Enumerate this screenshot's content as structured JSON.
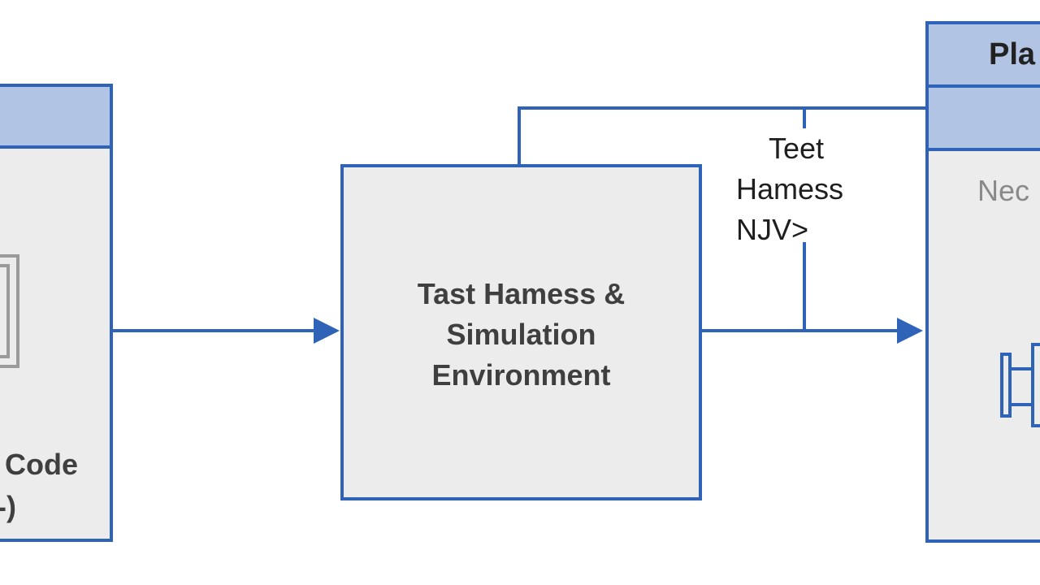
{
  "left_block": {
    "label_line1": "Code",
    "label_line2": "-)"
  },
  "center_block": {
    "line1": "Tast Hamess &",
    "line2": "Simulation",
    "line3": "Environment"
  },
  "annotation": {
    "line1": "Teet",
    "line2": "Hamess",
    "line3": "NJV>"
  },
  "right_block": {
    "title": "Pla",
    "subtitle": "Nec"
  },
  "colors": {
    "border": "#2f63b8",
    "header": "#b2c4e4",
    "fill": "#ececec",
    "text": "#3f3f3f"
  },
  "icons": [
    "chip-icon",
    "connector-icon"
  ]
}
